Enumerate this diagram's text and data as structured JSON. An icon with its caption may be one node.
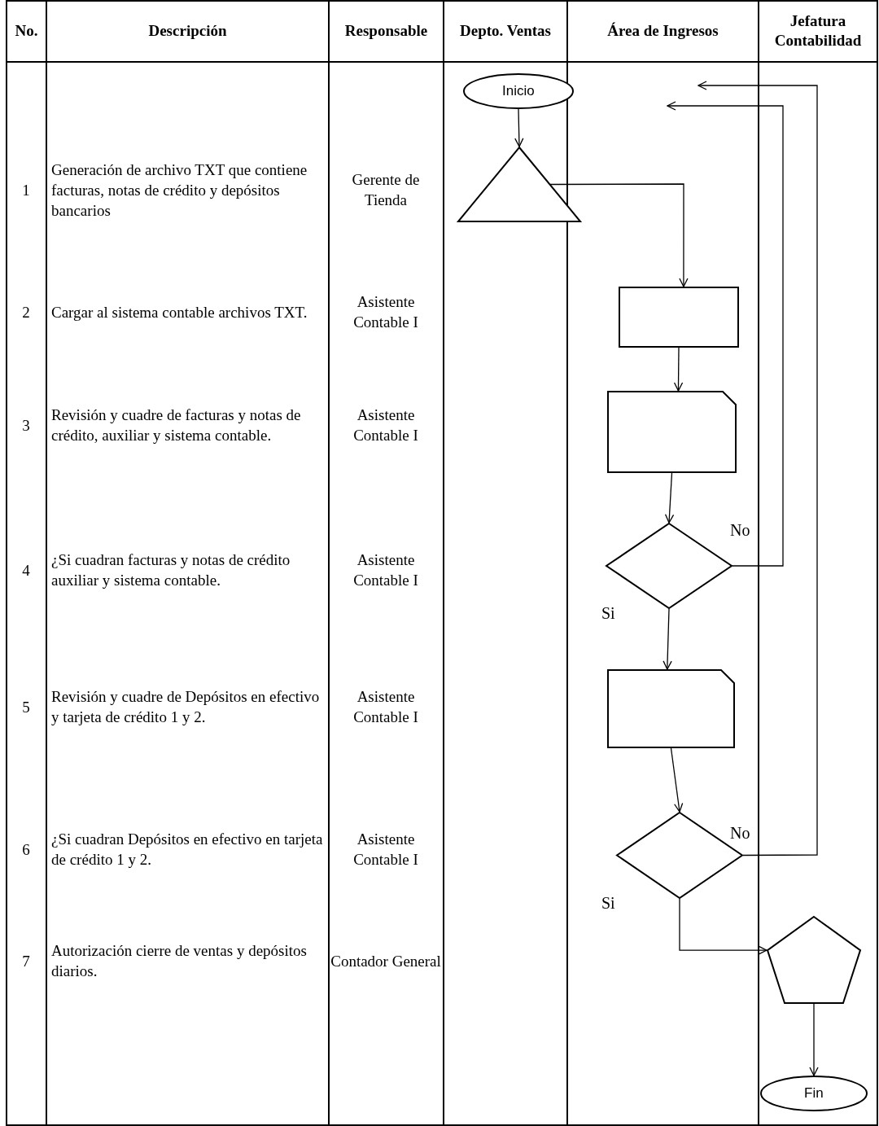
{
  "diagram": {
    "nodes": [
      {
        "text": [
          "Inicio"
        ]
      },
      {
        "text": [],
        "shape": "triangle"
      },
      {
        "text": [],
        "shape": "box"
      },
      {
        "text": [],
        "shape": "document"
      },
      {
        "text": [],
        "shape": "diamond"
      },
      {
        "text": [],
        "shape": "document"
      },
      {
        "text": [],
        "shape": "diamond"
      },
      {
        "text": [],
        "shape": "pentagon"
      },
      {
        "text": [
          "Fin"
        ]
      }
    ],
    "edges": [
      {
        "from": 0,
        "to": 1,
        "arrow": "to"
      },
      {
        "from": 1,
        "to": 2,
        "arrow": "to"
      },
      {
        "from": 2,
        "to": 3,
        "arrow": "to"
      },
      {
        "from": 3,
        "to": 4,
        "arrow": "to"
      },
      {
        "from": 4,
        "to": null,
        "arrow": "to",
        "label": "No"
      },
      {
        "from": 4,
        "to": 5,
        "arrow": "to",
        "label": "Si"
      },
      {
        "from": 5,
        "to": 6,
        "arrow": "to"
      },
      {
        "from": 6,
        "to": null,
        "arrow": "to",
        "label": "No"
      },
      {
        "from": 6,
        "to": 7,
        "arrow": "to",
        "label": "Si"
      },
      {
        "from": 7,
        "to": 8,
        "arrow": "to"
      }
    ],
    "labels": [
      "No.",
      "Descripción",
      "Responsable",
      "Depto. Ventas",
      "Área de Ingresos",
      "Jefatura Contabilidad",
      "1",
      "Generación de archivo TXT que contiene facturas, notas de crédito y depósitos bancarios",
      "Gerente de Tienda",
      "2",
      "Cargar al sistema contable archivos TXT.",
      "Asistente Contable I",
      "3",
      "Revisión y cuadre de facturas y notas de crédito, auxiliar y sistema contable.",
      "Asistente Contable I",
      "4",
      "¿Si cuadran facturas y notas de crédito auxiliar y sistema contable.",
      "Asistente Contable I",
      "5",
      "Revisión y cuadre de Depósitos en efectivo y tarjeta de crédito 1 y 2.",
      "Asistente Contable I",
      "6",
      "¿Si cuadran Depósitos en efectivo en tarjeta de crédito 1 y 2.",
      "Asistente Contable I",
      "7",
      "Autorización cierre de ventas y depósitos diarios.",
      "Contador General"
    ]
  }
}
